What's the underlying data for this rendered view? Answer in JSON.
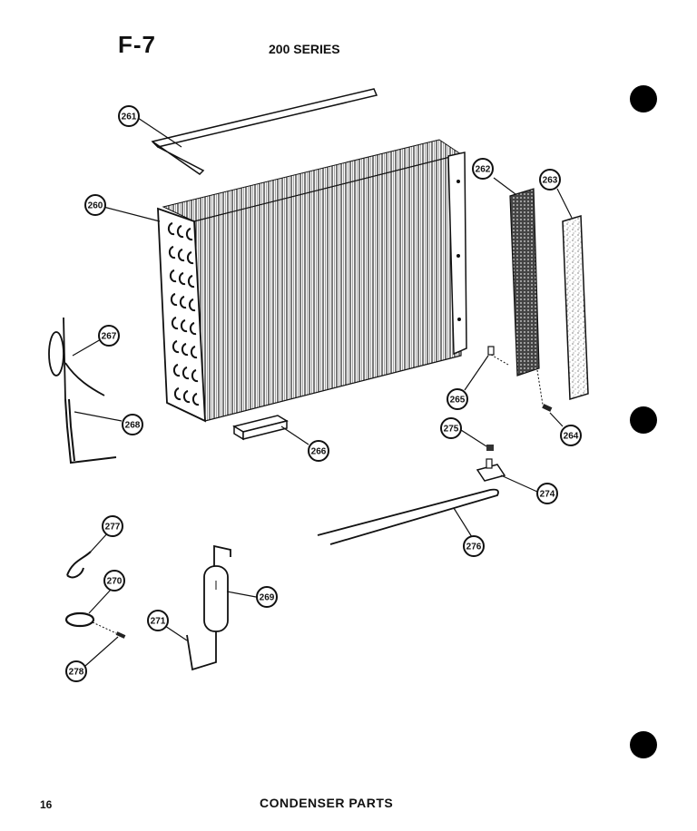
{
  "header": {
    "figure_code": "F-7",
    "series": "200 SERIES"
  },
  "footer": {
    "page_number": "16",
    "caption": "CONDENSER PARTS"
  },
  "callouts": [
    {
      "id": "c260",
      "label": "260"
    },
    {
      "id": "c261",
      "label": "261"
    },
    {
      "id": "c262",
      "label": "262"
    },
    {
      "id": "c263",
      "label": "263"
    },
    {
      "id": "c264",
      "label": "264"
    },
    {
      "id": "c265",
      "label": "265"
    },
    {
      "id": "c266",
      "label": "266"
    },
    {
      "id": "c267",
      "label": "267"
    },
    {
      "id": "c268",
      "label": "268"
    },
    {
      "id": "c269",
      "label": "269"
    },
    {
      "id": "c270",
      "label": "270"
    },
    {
      "id": "c271",
      "label": "271"
    },
    {
      "id": "c274",
      "label": "274"
    },
    {
      "id": "c275",
      "label": "275"
    },
    {
      "id": "c276",
      "label": "276"
    },
    {
      "id": "c277",
      "label": "277"
    },
    {
      "id": "c278",
      "label": "278"
    }
  ]
}
